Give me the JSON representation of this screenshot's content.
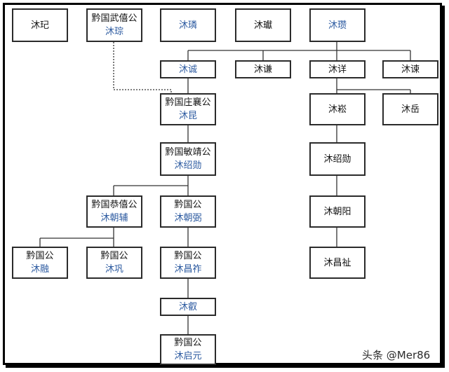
{
  "colors": {
    "border": "#2b2b2b",
    "highlight": "#2c5aa0",
    "line": "#333333"
  },
  "nodes": {
    "mu_qi_left": {
      "name": "沐玘"
    },
    "mu_cong": {
      "title": "黔国武僖公",
      "name": "沐琮"
    },
    "mu_zhan": {
      "name": "沐璘"
    },
    "mu_hao": {
      "name": "沐瓛"
    },
    "mu_zan": {
      "name": "沐瓒"
    },
    "mu_cheng": {
      "name": "沐诚"
    },
    "mu_qian": {
      "name": "沐谦"
    },
    "mu_xiang": {
      "name": "沐详"
    },
    "mu_su": {
      "name": "沐谏"
    },
    "mu_kun": {
      "title": "黔国庄襄公",
      "name": "沐昆"
    },
    "mu_song": {
      "name": "沐崧"
    },
    "mu_yue": {
      "name": "沐岳"
    },
    "mu_shaoxun_a": {
      "title": "黔国敏靖公",
      "name": "沐绍勋"
    },
    "mu_shaoxun_b": {
      "name": "沐绍勋"
    },
    "mu_chaofu": {
      "title": "黔国恭僖公",
      "name": "沐朝辅"
    },
    "mu_chaobi": {
      "title": "黔国公",
      "name": "沐朝弼"
    },
    "mu_chaoyang": {
      "name": "沐朝阳"
    },
    "mu_rong": {
      "title": "黔国公",
      "name": "沐融"
    },
    "mu_gong": {
      "title": "黔国公",
      "name": "沐巩"
    },
    "mu_changzuo": {
      "title": "黔国公",
      "name": "沐昌祚"
    },
    "mu_changzhi": {
      "name": "沐昌祉"
    },
    "mu_rui": {
      "name": "沐叡"
    },
    "mu_qiyuan": {
      "title": "黔国公",
      "name": "沐启元"
    }
  },
  "watermark": "头条 @Mer86"
}
